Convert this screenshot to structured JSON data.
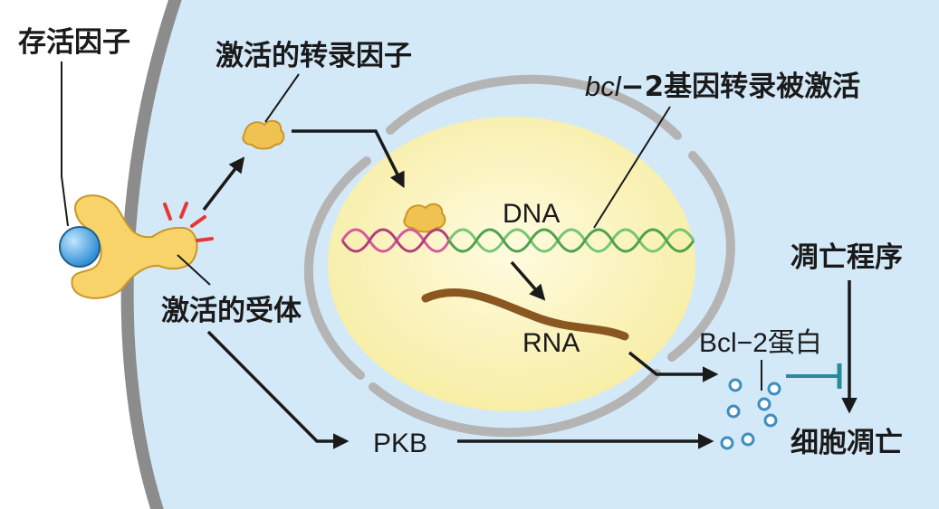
{
  "labels": {
    "survival_factor": "存活因子",
    "activated_tf": "激活的转录因子",
    "bcl2_gene_prefix": "bcl",
    "bcl2_gene_suffix": "−2基因转录被激活",
    "dna": "DNA",
    "rna": "RNA",
    "activated_receptor": "激活的受体",
    "pkb": "PKB",
    "apoptosis_program": "凋亡程序",
    "bcl2_protein": "Bcl−2蛋白",
    "apoptosis": "细胞凋亡"
  },
  "colors": {
    "cytoplasm": "#d4e9f7",
    "membrane": "#8c8c8c",
    "nucleus_fill": "#fbf3b8",
    "nuclear_envelope": "#b4b4b4",
    "receptor": "#f7d36a",
    "receptor_outline": "#c9962a",
    "ligand": "#3a9ad9",
    "dna_active": "#74c673",
    "dna_pink": "#d7579c",
    "rna": "#8a5720",
    "bcl2_protein": "#5aa9d6",
    "inhibition": "#2a8a9a",
    "activation_mark": "#e53935"
  },
  "icons": {
    "arrow": "arrow-icon",
    "inhibit": "inhibit-bar-icon"
  }
}
